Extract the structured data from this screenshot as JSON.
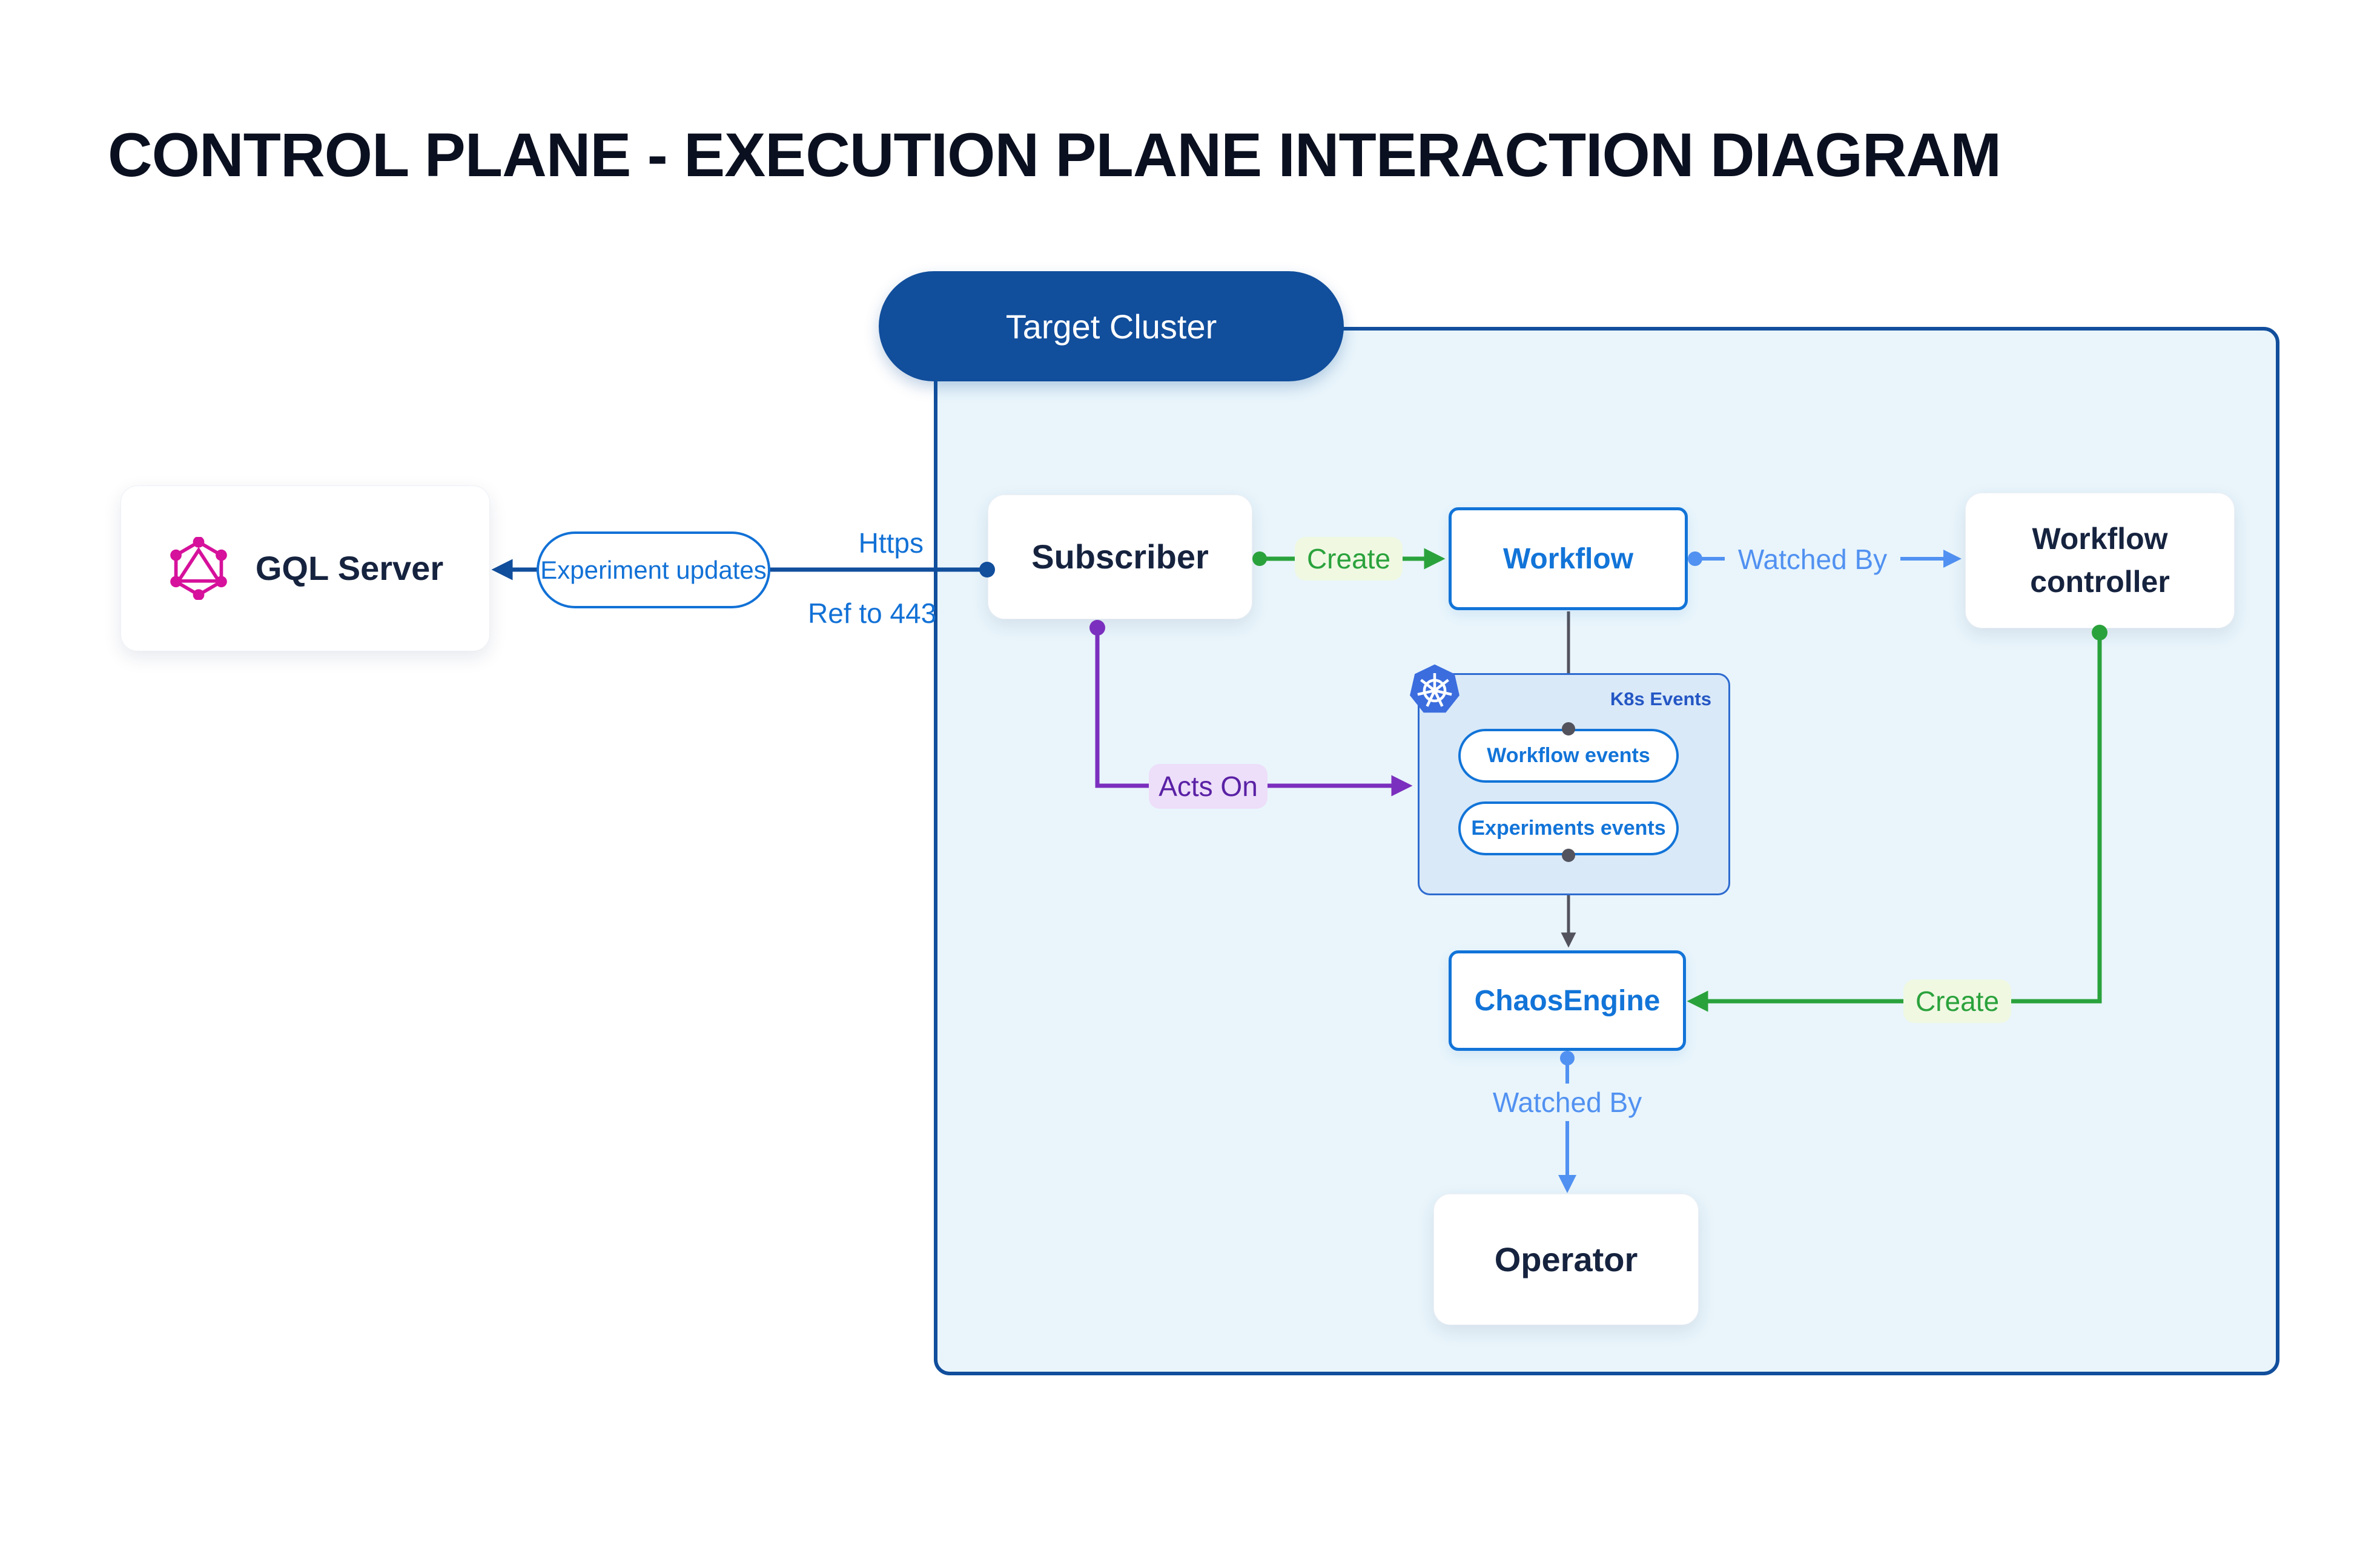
{
  "title": "CONTROL PLANE - EXECUTION PLANE INTERACTION DIAGRAM",
  "cluster": {
    "label": "Target Cluster",
    "k8s_group": {
      "label": "K8s Events",
      "events": [
        {
          "label": "Workflow events"
        },
        {
          "label": "Experiments events"
        }
      ]
    }
  },
  "nodes": {
    "gql_server": {
      "label": "GQL Server"
    },
    "subscriber": {
      "label": "Subscriber"
    },
    "workflow": {
      "label": "Workflow"
    },
    "workflow_controller": {
      "line1": "Workflow",
      "line2": "controller"
    },
    "chaos_engine": {
      "label": "ChaosEngine"
    },
    "operator": {
      "label": "Operator"
    }
  },
  "edges": {
    "experiment_updates": {
      "label": "Experiment updates"
    },
    "https": {
      "label": "Https"
    },
    "ref_to_443": {
      "label": "Ref to 443"
    },
    "create_workflow": {
      "label": "Create"
    },
    "watched_by_workflow": {
      "label": "Watched By"
    },
    "acts_on": {
      "label": "Acts On"
    },
    "create_chaos_engine": {
      "label": "Create"
    },
    "watched_by_operator": {
      "label": "Watched By"
    }
  },
  "icons": {
    "graphql": "graphql-icon",
    "kubernetes": "kubernetes-icon"
  },
  "colors": {
    "cluster_border": "#114E9C",
    "cluster_fill": "#E9F5FB",
    "target_pill_bg": "#114E9C",
    "node_text_navy": "#16233F",
    "blue_node": "#1274D8",
    "edge_label_blue": "#1271D6",
    "watched_by_blue": "#5191F1",
    "create_green": "#2AA23C",
    "create_green_bg": "#F0F8E2",
    "acts_on_purple_line": "#7B2FBE",
    "acts_on_purple_text": "#5A21A5",
    "acts_on_purple_bg": "#EDDEF9",
    "events_line_gray": "#53535E",
    "k8s_group_fill": "#D9E9F8",
    "k8s_group_border": "#2E6BD0",
    "k8s_icon_blue": "#3B6DDE",
    "graphql_pink": "#D6119B"
  }
}
